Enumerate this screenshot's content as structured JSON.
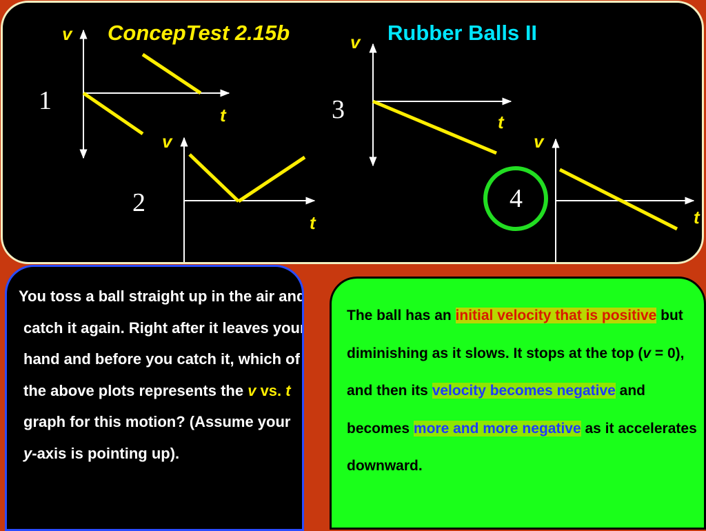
{
  "title": {
    "part1": "ConcepTest  2.15b",
    "part2": "Rubber Balls II"
  },
  "graphs": [
    {
      "id": "1",
      "number": "1",
      "v_label": "v",
      "t_label": "t"
    },
    {
      "id": "2",
      "number": "2",
      "v_label": "v",
      "t_label": "t"
    },
    {
      "id": "3",
      "number": "3",
      "v_label": "v",
      "t_label": "t"
    },
    {
      "id": "4",
      "number": "4",
      "v_label": "v",
      "t_label": "t",
      "circled": true
    }
  ],
  "question": {
    "part1": "You toss a ball straight up in the air and catch it again. Right after it leaves your hand and before you catch it, which of the above plots represents the ",
    "v": "v",
    "vs": " vs. ",
    "t": "t",
    "part2": " graph for this motion?   (Assume your ",
    "y": "y",
    "part3": "-axis is pointing up)."
  },
  "answer": {
    "p1": "The ball has an ",
    "hl1": "initial velocity that is positive",
    "p2": " but diminishing as it slows.  It stops at the top (",
    "v": "v",
    "p3": " = 0),  and then its ",
    "hl2": "velocity becomes negative",
    "p4": " and becomes ",
    "hl3": "more and more negative",
    "p5": " as it accelerates downward."
  },
  "colors": {
    "background": "#c8390f",
    "line": "#ffee00",
    "axis": "#ffffff",
    "circle": "#22dd22",
    "title_yellow": "#ffee00",
    "title_cyan": "#00e6ff",
    "answer_bg": "#1aff1a",
    "question_border": "#2a4cff"
  }
}
